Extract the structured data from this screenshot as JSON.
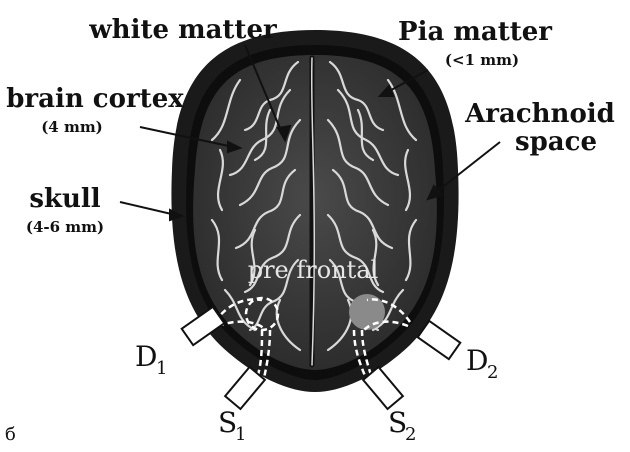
{
  "labels": {
    "white_matter": "white matter",
    "pia_matter": "Pia matter",
    "pia_matter_size": "(<1 mm)",
    "brain_cortex": "brain cortex",
    "brain_cortex_size": "(4 mm)",
    "arachnoid_line1": "Arachnoid",
    "arachnoid_line2": "space",
    "skull": "skull",
    "skull_size": "(4-6 mm)",
    "pre_frontal": "pre frontal",
    "d1": "D",
    "d1_sub": "1",
    "d2": "D",
    "d2_sub": "2",
    "s1": "S",
    "s1_sub": "1",
    "s2": "S",
    "s2_sub": "2",
    "panel_letter": "б"
  },
  "colors": {
    "skull": "#1a1a1a",
    "brain_bg": "#3a3a3a",
    "folds": "#d9d9d9",
    "optode_fill": "#ffffff",
    "region_dot": "#8a8a8a"
  }
}
